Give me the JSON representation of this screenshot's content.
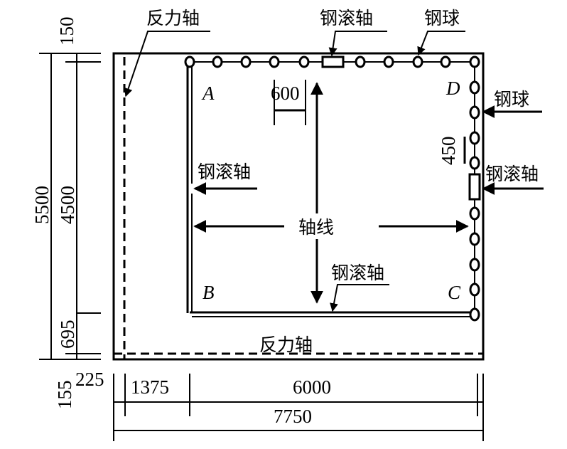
{
  "labels": {
    "reaction_axis_top": "反力轴",
    "reaction_axis_bottom": "反力轴",
    "steel_roller_top": "钢滚轴",
    "steel_ball_top": "钢球",
    "steel_ball_right": "钢球",
    "steel_roller_right": "钢滚轴",
    "steel_roller_left": "钢滚轴",
    "steel_roller_bottom": "钢滚轴",
    "axis_line": "轴线"
  },
  "corners": {
    "a": "A",
    "b": "B",
    "c": "C",
    "d": "D"
  },
  "dimensions": {
    "ball_spacing_top": "600",
    "ball_spacing_right": "450",
    "top_offset": "150",
    "total_height": "5500",
    "inner_height": "4500",
    "bottom_offset": "695",
    "bottom_edge": "155",
    "left_edge": "225",
    "left_span": "1375",
    "inner_width": "6000",
    "total_width": "7750"
  }
}
